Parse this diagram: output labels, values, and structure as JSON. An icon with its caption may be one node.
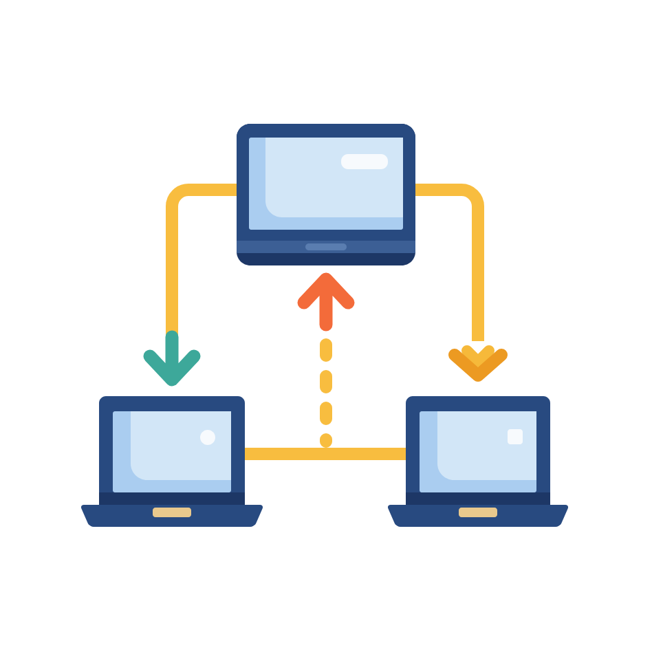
{
  "diagram": {
    "nodes": [
      {
        "text": [],
        "shape": "monitor"
      },
      {
        "text": [],
        "shape": "laptop"
      },
      {
        "text": [],
        "shape": "laptop"
      }
    ],
    "edges": [
      {
        "from": 0,
        "to": 1,
        "arrow": "to"
      },
      {
        "from": 0,
        "to": 2,
        "arrow": "to"
      },
      {
        "from": 1,
        "to": 2,
        "arrow": "none"
      },
      {
        "from": null,
        "to": 0,
        "arrow": "to",
        "style": "dashed"
      }
    ]
  }
}
